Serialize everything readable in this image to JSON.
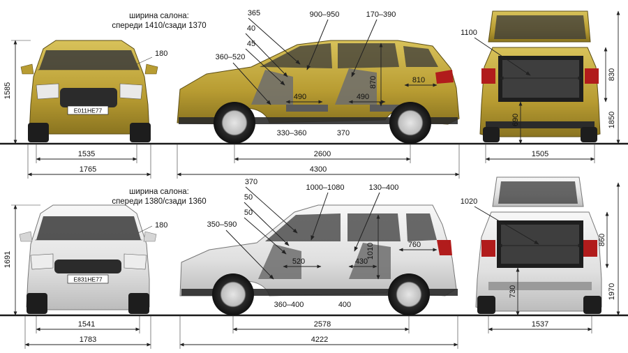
{
  "colors": {
    "car1_body": "#c4a93f",
    "car1_shadow": "#8f7a22",
    "car2_body": "#eaeaea",
    "car2_shadow": "#b9b9b9",
    "trim": "#2b2b2b",
    "interior": "#6d6d6d",
    "ground": "#1a1a1a"
  },
  "car1": {
    "label_line1": "ширина салона:",
    "label_line2": "спереди 1410/сзади 1370",
    "plate": "E011НЕ77",
    "front": {
      "height": "1585",
      "mirror": "180",
      "track": "1535",
      "width": "1765"
    },
    "side": {
      "a365": "365",
      "a40": "40",
      "a45": "45",
      "legroom_front": "360–520",
      "headroom_range": "900–950",
      "rear_leg_range": "170–390",
      "seat_rear_height": "870",
      "cargo_length": "810",
      "seat_front_depth": "490",
      "seat_rear_depth": "490",
      "floor_front": "330–360",
      "floor_rear": "370",
      "wheelbase": "2600",
      "length": "4300"
    },
    "rear": {
      "trunk_width": "1100",
      "trunk_height": "830",
      "sill": "690",
      "full_height": "1850",
      "track": "1505"
    }
  },
  "car2": {
    "label_line1": "ширина салона:",
    "label_line2": "спереди 1380/сзади 1360",
    "plate": "E831НЕ77",
    "front": {
      "height": "1691",
      "mirror": "180",
      "track": "1541",
      "width": "1783"
    },
    "side": {
      "a370": "370",
      "a50a": "50",
      "a50b": "50",
      "legroom_front": "350–590",
      "headroom_range": "1000–1080",
      "rear_leg_range": "130–400",
      "seat_rear_height": "1010",
      "cargo_length": "760",
      "seat_front_depth": "520",
      "seat_rear_depth": "430",
      "floor_front": "360–400",
      "floor_rear": "400",
      "wheelbase": "2578",
      "length": "4222"
    },
    "rear": {
      "trunk_width": "1020",
      "trunk_height": "860",
      "sill": "730",
      "full_height": "1970",
      "track": "1537"
    }
  }
}
